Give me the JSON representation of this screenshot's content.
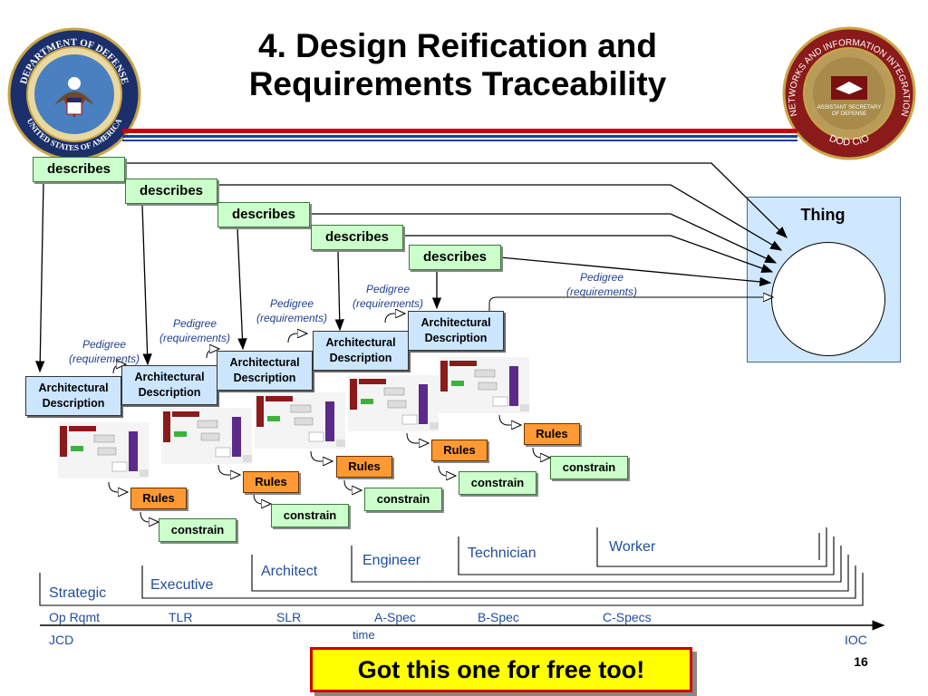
{
  "title": {
    "line1": "4. Design Reification and",
    "line2": "Requirements Traceability"
  },
  "thing": {
    "label": "Thing"
  },
  "describes": [
    "describes",
    "describes",
    "describes",
    "describes",
    "describes"
  ],
  "arch": {
    "line1": "Architectural",
    "line2": "Description"
  },
  "pedigree": {
    "line1": "Pedigree",
    "line2": "(requirements)"
  },
  "rules_label": "Rules",
  "constrain_label": "constrain",
  "roles": [
    "Strategic",
    "Executive",
    "Architect",
    "Engineer",
    "Technician",
    "Worker"
  ],
  "timeline": {
    "phases": [
      "Op Rqmt",
      "TLR",
      "SLR",
      "A-Spec",
      "B-Spec",
      "C-Specs"
    ],
    "axis_label": "time",
    "start": "JCD",
    "end": "IOC"
  },
  "callout": "Got this one for free too!",
  "page_number": "16",
  "logos": {
    "left": {
      "top_text": "DEPARTMENT OF DEFENSE",
      "bottom_text": "UNITED STATES OF AMERICA"
    },
    "right": {
      "ring_text": "NETWORKS AND INFORMATION INTEGRATION",
      "bottom_text": "DOD CIO",
      "inner_line1": "ASSISTANT SECRETARY",
      "inner_line2": "OF DEFENSE"
    }
  },
  "colors": {
    "red": "#cc0000",
    "blue": "#1f3f9f",
    "green_box": "#ccffcc",
    "blue_box": "#cce6ff",
    "orange_box": "#ff9933",
    "callout_bg": "#ffff00"
  }
}
